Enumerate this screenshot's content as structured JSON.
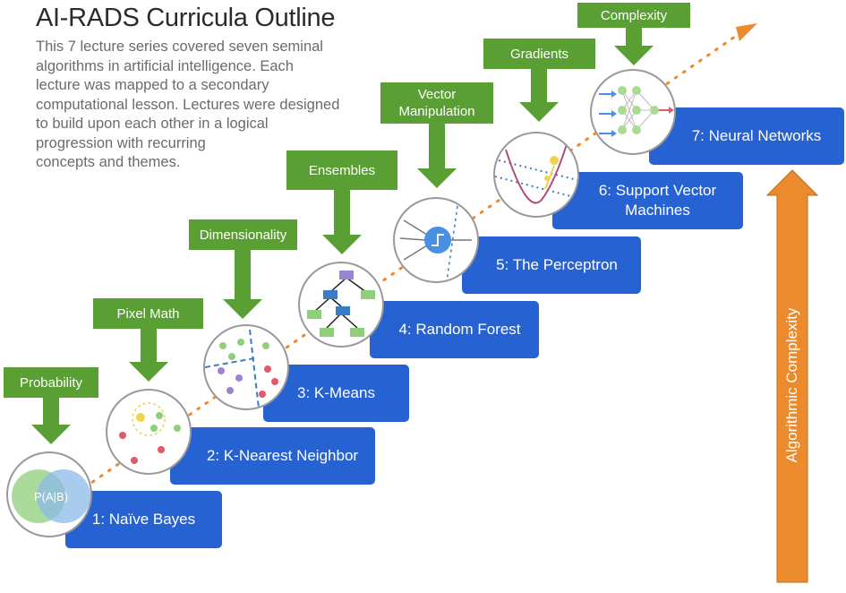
{
  "title": "AI-RADS Curricula Outline",
  "intro": "This 7 lecture series covered seven seminal\nalgorithms in artificial intelligence. Each\nlecture was mapped to a secondary\ncomputational lesson. Lectures were designed\nto build upon each other in a logical\nprogression with recurring\nconcepts and themes.",
  "axis_label": "Algorithmic Complexity",
  "colors": {
    "lecture_box": "#2762d3",
    "lesson_label": "#5a9f33",
    "axis_arrow": "#ec8b2d",
    "trend_line": "#ec8b2d"
  },
  "lectures": [
    {
      "label": "1: Naïve Bayes",
      "lesson": "Probability",
      "icon": "venn-diagram-icon",
      "icon_text": "P(A|B)"
    },
    {
      "label": "2: K-Nearest Neighbor",
      "lesson": "Pixel Math",
      "icon": "nearest-neighbor-icon"
    },
    {
      "label": "3: K-Means",
      "lesson": "Dimensionality",
      "icon": "clusters-icon"
    },
    {
      "label": "4: Random Forest",
      "lesson": "Ensembles",
      "icon": "decision-tree-icon"
    },
    {
      "label": "5: The Perceptron",
      "lesson": "Vector\nManipulation",
      "icon": "perceptron-icon"
    },
    {
      "label": "6: Support Vector\nMachines",
      "lesson": "Gradients",
      "icon": "gradient-curve-icon"
    },
    {
      "label": "7: Neural Networks",
      "lesson": "Complexity",
      "icon": "neural-network-icon"
    }
  ]
}
